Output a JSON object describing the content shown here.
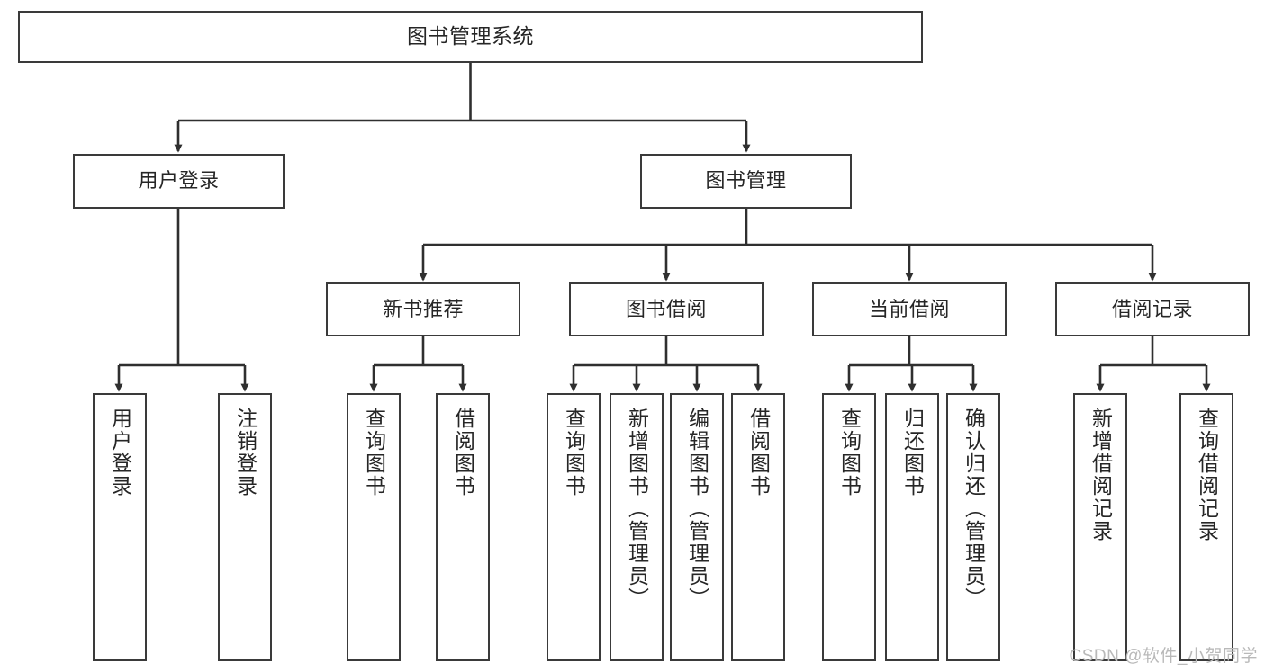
{
  "diagram": {
    "title": "图书管理系统",
    "watermark": "CSDN @软件_小贺同学",
    "colors": {
      "box_border": "#3a3a3a",
      "edge": "#2f2f2f",
      "text": "#262626",
      "background": "#ffffff",
      "watermark": "#b9b9b9"
    },
    "levels": {
      "root": {
        "label": "图书管理系统"
      },
      "level2": [
        {
          "id": "user-login",
          "label": "用户登录"
        },
        {
          "id": "book-manage",
          "label": "图书管理"
        }
      ],
      "level3": [
        {
          "id": "new-book-recommend",
          "label": "新书推荐"
        },
        {
          "id": "book-borrow",
          "label": "图书借阅"
        },
        {
          "id": "current-borrow",
          "label": "当前借阅"
        },
        {
          "id": "borrow-record",
          "label": "借阅记录"
        }
      ],
      "leaves": {
        "user-login": [
          {
            "id": "leaf-user-login",
            "label": "用户登录"
          },
          {
            "id": "leaf-logout-login",
            "label": "注销登录"
          }
        ],
        "new-book-recommend": [
          {
            "id": "leaf-query-book-1",
            "label": "查询图书"
          },
          {
            "id": "leaf-borrow-book-1",
            "label": "借阅图书"
          }
        ],
        "book-borrow": [
          {
            "id": "leaf-query-book-2",
            "label": "查询图书"
          },
          {
            "id": "leaf-add-book",
            "label": "新增图书（管理员）"
          },
          {
            "id": "leaf-edit-book",
            "label": "编辑图书（管理员）"
          },
          {
            "id": "leaf-borrow-book-2",
            "label": "借阅图书"
          }
        ],
        "current-borrow": [
          {
            "id": "leaf-query-book-3",
            "label": "查询图书"
          },
          {
            "id": "leaf-return-book",
            "label": "归还图书"
          },
          {
            "id": "leaf-confirm-return",
            "label": "确认归还（管理员）"
          }
        ],
        "borrow-record": [
          {
            "id": "leaf-add-record",
            "label": "新增借阅记录"
          },
          {
            "id": "leaf-query-record",
            "label": "查询借阅记录"
          }
        ]
      }
    }
  }
}
